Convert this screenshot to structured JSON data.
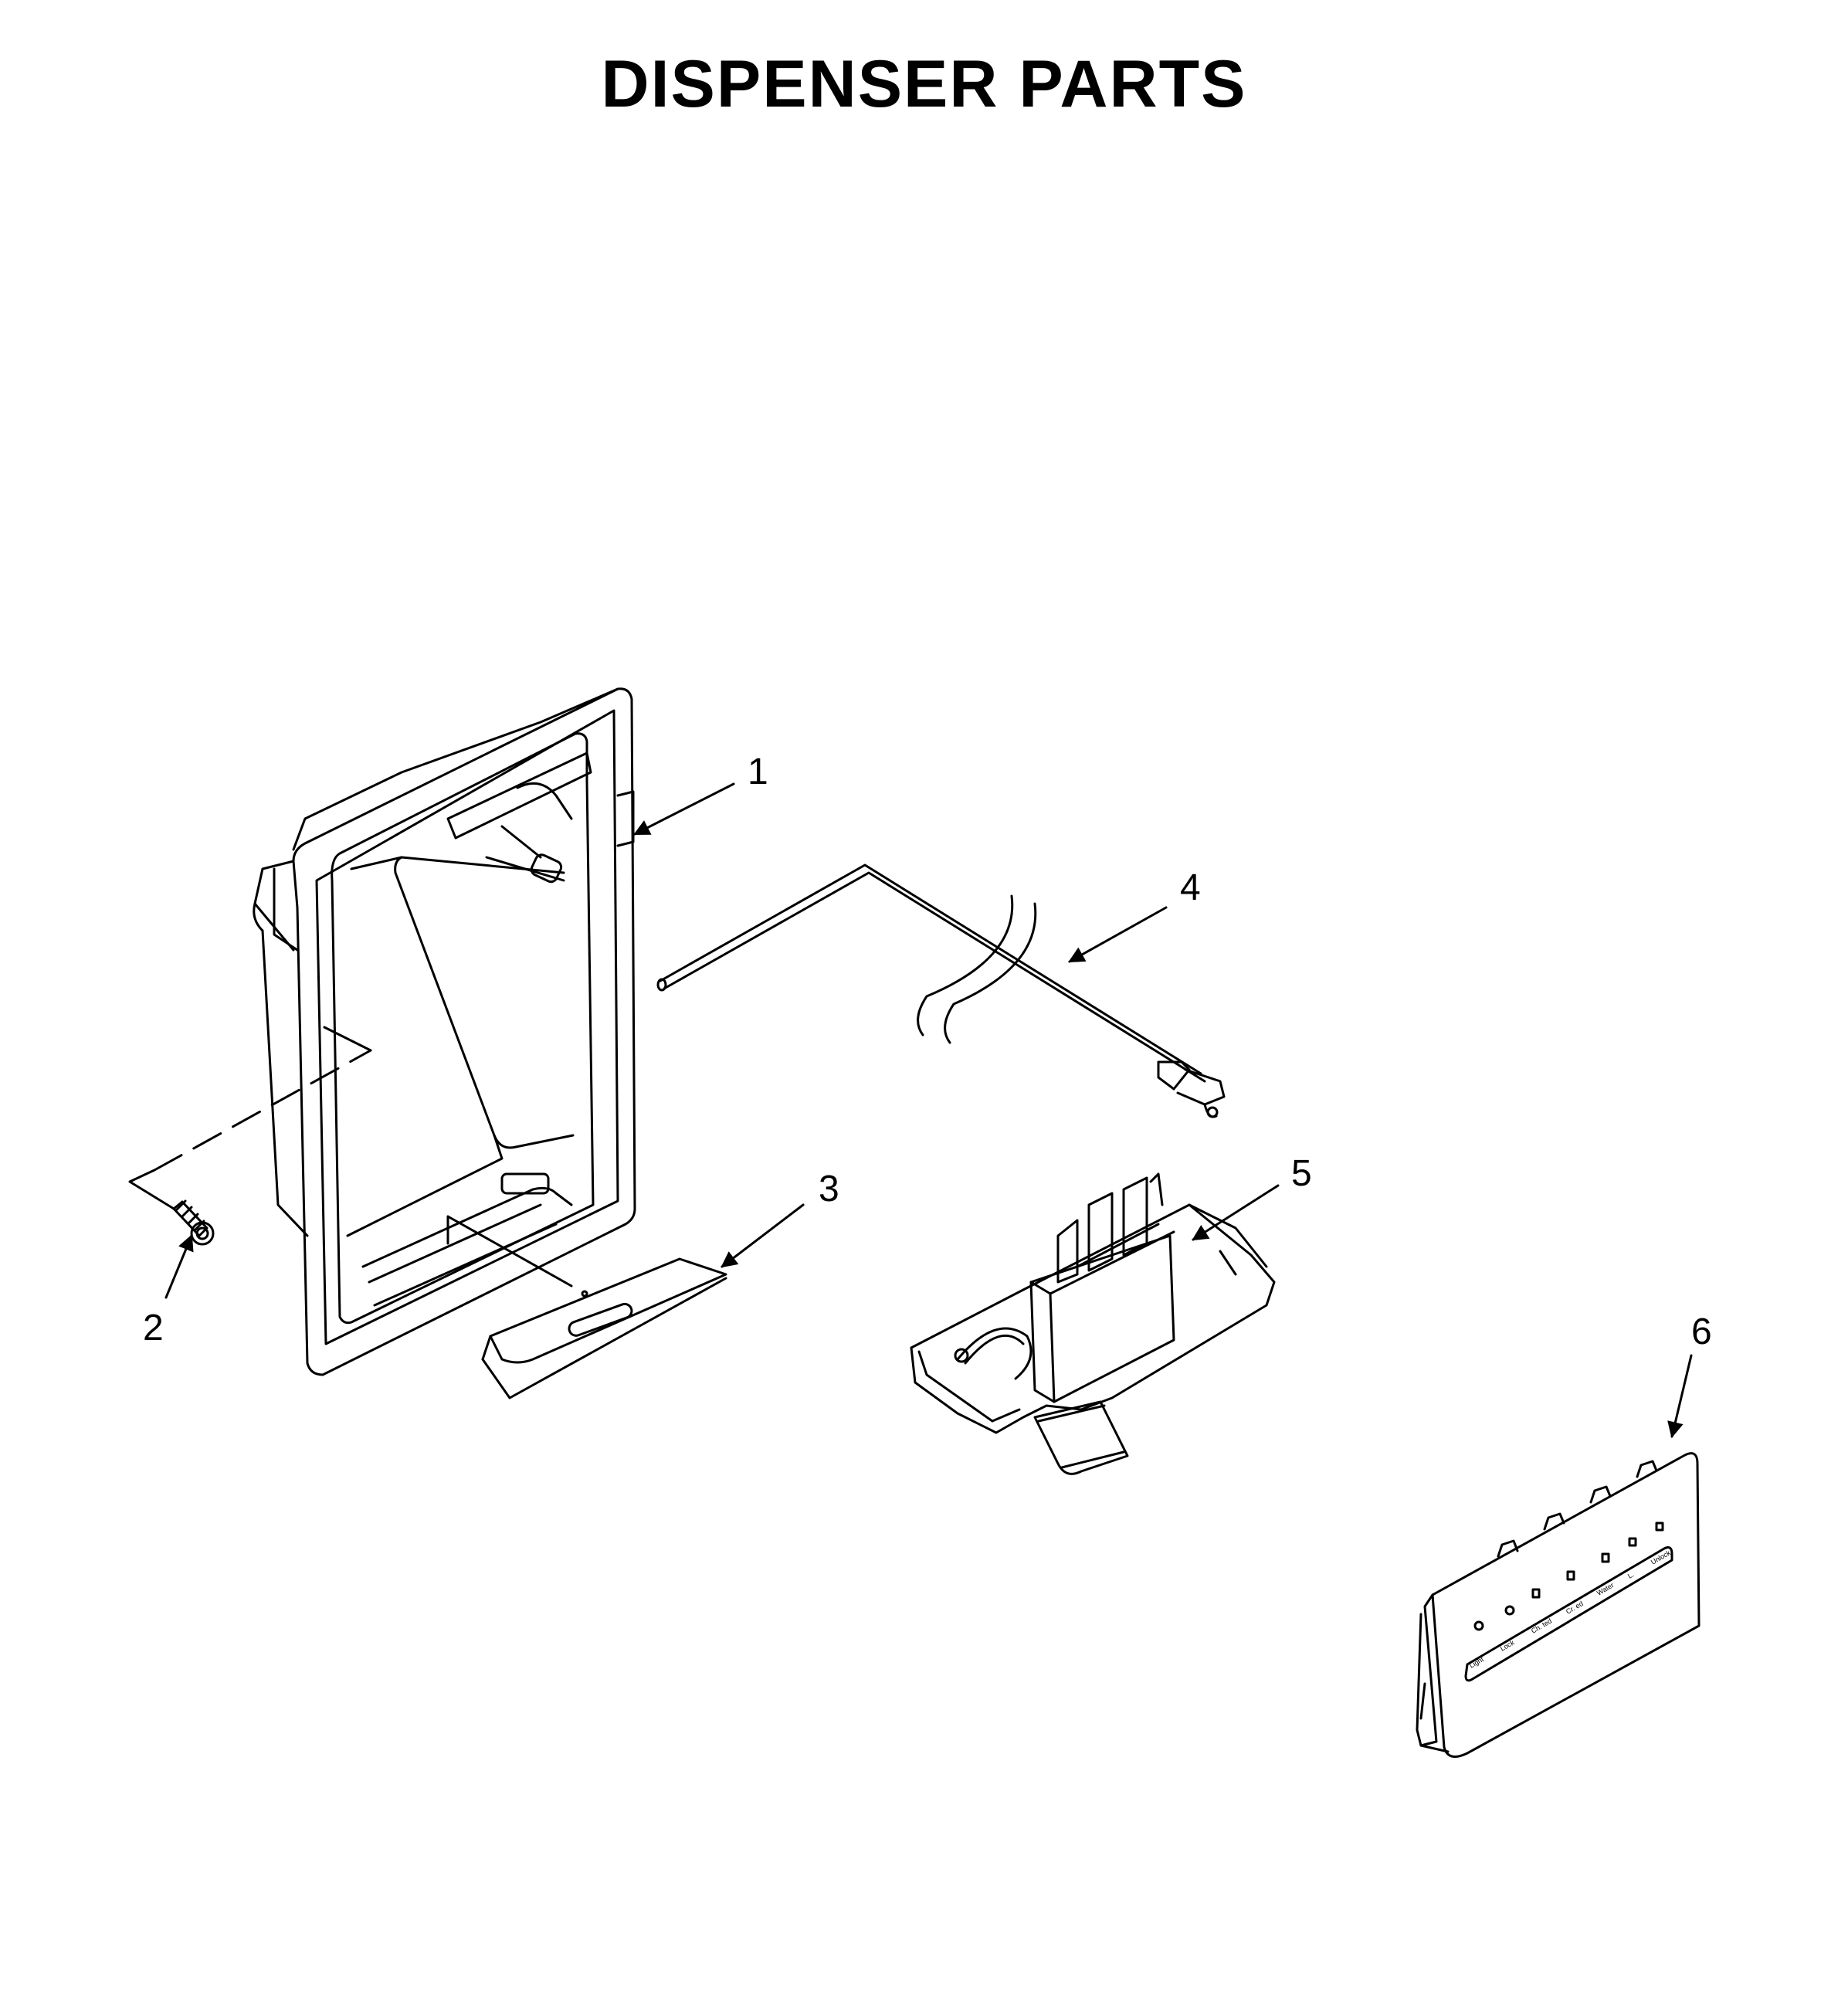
{
  "title": "DISPENSER PARTS",
  "callouts": [
    {
      "id": "callout-1",
      "label": "1"
    },
    {
      "id": "callout-2",
      "label": "2"
    },
    {
      "id": "callout-3",
      "label": "3"
    },
    {
      "id": "callout-4",
      "label": "4"
    },
    {
      "id": "callout-5",
      "label": "5"
    },
    {
      "id": "callout-6",
      "label": "6"
    }
  ],
  "control_panel_labels": [
    "Light",
    "Lock",
    "Ch. ted",
    "Cr. ed",
    "Water",
    "L.",
    "Unlock"
  ],
  "colors": {
    "line": "#000000",
    "background": "#ffffff"
  }
}
